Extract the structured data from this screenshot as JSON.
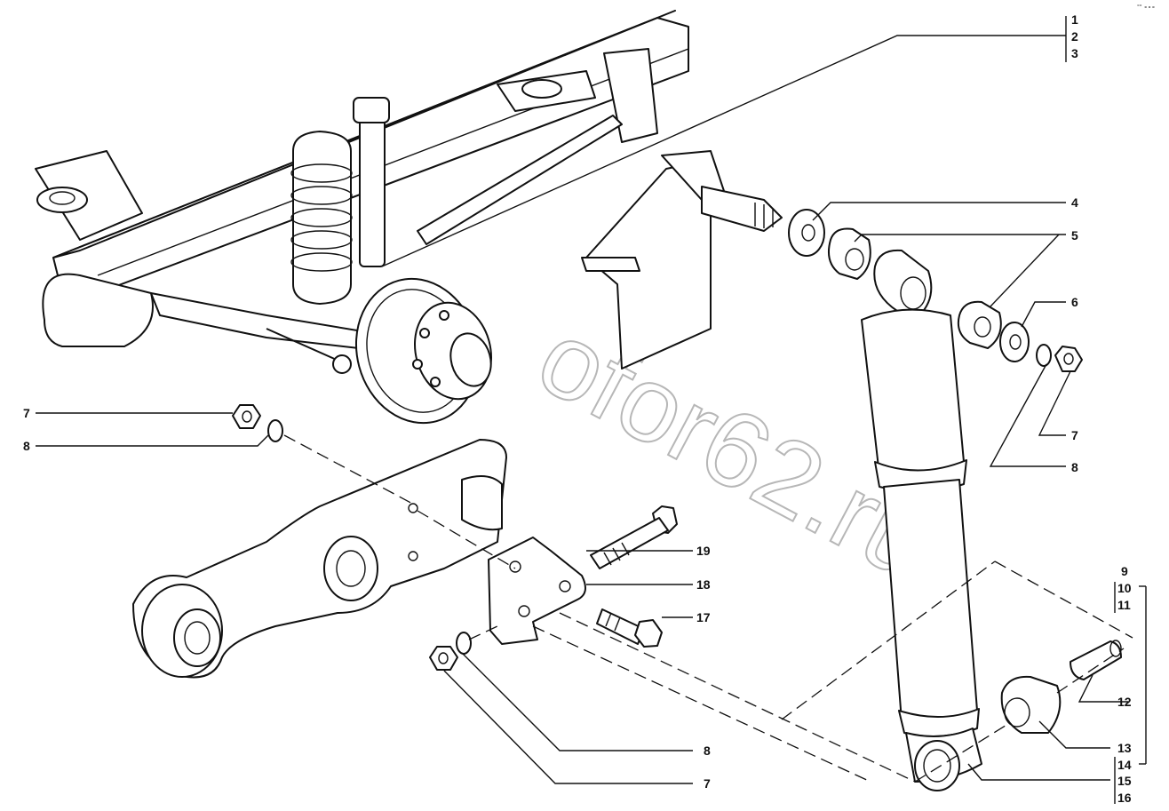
{
  "watermark": "ofor62.ru",
  "corner_mark": "°° ∘∘∘",
  "callouts": {
    "c1": "1",
    "c2": "2",
    "c3": "3",
    "c4": "4",
    "c5": "5",
    "c6": "6",
    "c7a": "7",
    "c8a": "8",
    "c7b": "7",
    "c8b": "8",
    "c9": "9",
    "c10": "10",
    "c11": "11",
    "c12": "12",
    "c13": "13",
    "c14": "14",
    "c15": "15",
    "c16": "16",
    "c17": "17",
    "c18": "18",
    "c19": "19",
    "c7c": "7",
    "c8c": "8"
  }
}
